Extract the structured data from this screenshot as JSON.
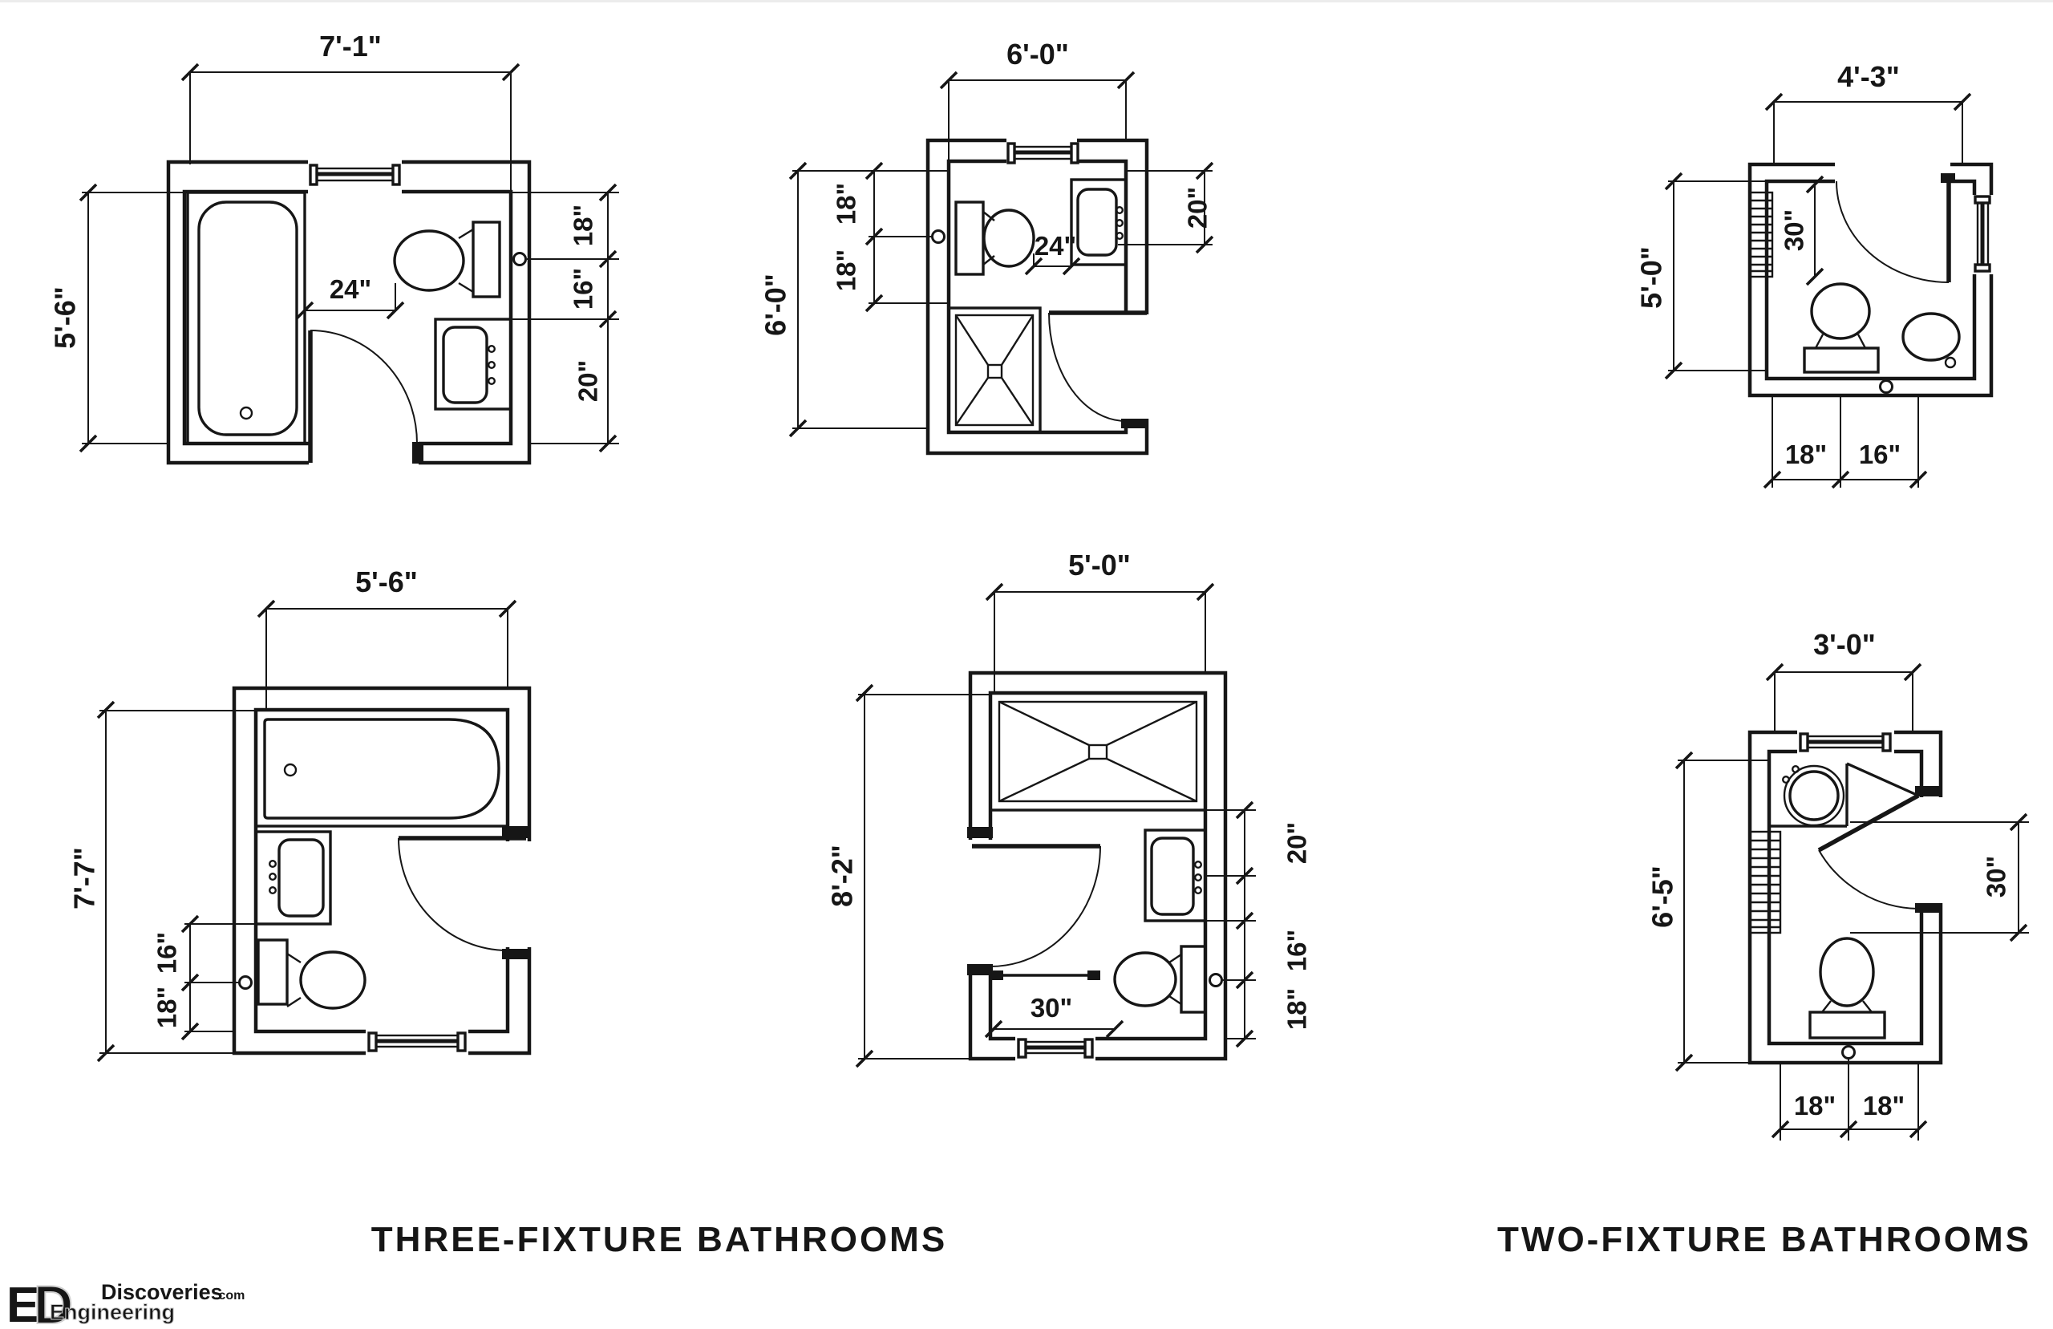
{
  "sheet": {
    "background": "#ffffff",
    "ink": "#161616"
  },
  "section_labels": {
    "three_fixture": "THREE-FIXTURE BATHROOMS",
    "two_fixture": "TWO-FIXTURE BATHROOMS"
  },
  "plans": {
    "p1": {
      "width": "7'-1\"",
      "height": "5'-6\"",
      "dim_right_top": "18\"",
      "dim_right_mid": "16\"",
      "dim_right_bottom": "20\"",
      "dim_clearance": "24\"",
      "fixtures": [
        "bathtub",
        "toilet",
        "sink",
        "door",
        "window"
      ]
    },
    "p2": {
      "width": "6'-0\"",
      "height": "6'-0\"",
      "dim_left_top": "18\"",
      "dim_left_bottom": "18\"",
      "dim_right": "20\"",
      "dim_clearance": "24\"",
      "fixtures": [
        "toilet",
        "sink",
        "shower",
        "door",
        "window"
      ]
    },
    "p3": {
      "width": "4'-3\"",
      "height": "5'-0\"",
      "dim_clearance": "30\"",
      "dim_bottom_left": "18\"",
      "dim_bottom_right": "16\"",
      "fixtures": [
        "toilet",
        "sink",
        "door",
        "window",
        "radiator"
      ]
    },
    "p4": {
      "width": "5'-6\"",
      "height": "7'-7\"",
      "dim_left_top": "16\"",
      "dim_left_bottom": "18\"",
      "fixtures": [
        "bathtub",
        "sink",
        "toilet",
        "door",
        "window"
      ]
    },
    "p5": {
      "width": "5'-0\"",
      "height": "8'-2\"",
      "dim_right_top": "20\"",
      "dim_right_mid": "16\"",
      "dim_right_bottom": "18\"",
      "dim_clearance": "30\"",
      "fixtures": [
        "shower",
        "sink",
        "toilet",
        "door",
        "window"
      ]
    },
    "p6": {
      "width": "3'-0\"",
      "height": "6'-5\"",
      "dim_right": "30\"",
      "dim_bottom_left": "18\"",
      "dim_bottom_right": "18\"",
      "fixtures": [
        "sink",
        "toilet",
        "door",
        "window",
        "radiator"
      ]
    }
  },
  "watermark": {
    "logo_e": "E",
    "logo_d": "D",
    "line_top": "Discoveries",
    "line_top_suffix": ".com",
    "line_bottom": "Engineering",
    "accent_color": "#f1e713",
    "gray_color": "#cfcfcf"
  }
}
